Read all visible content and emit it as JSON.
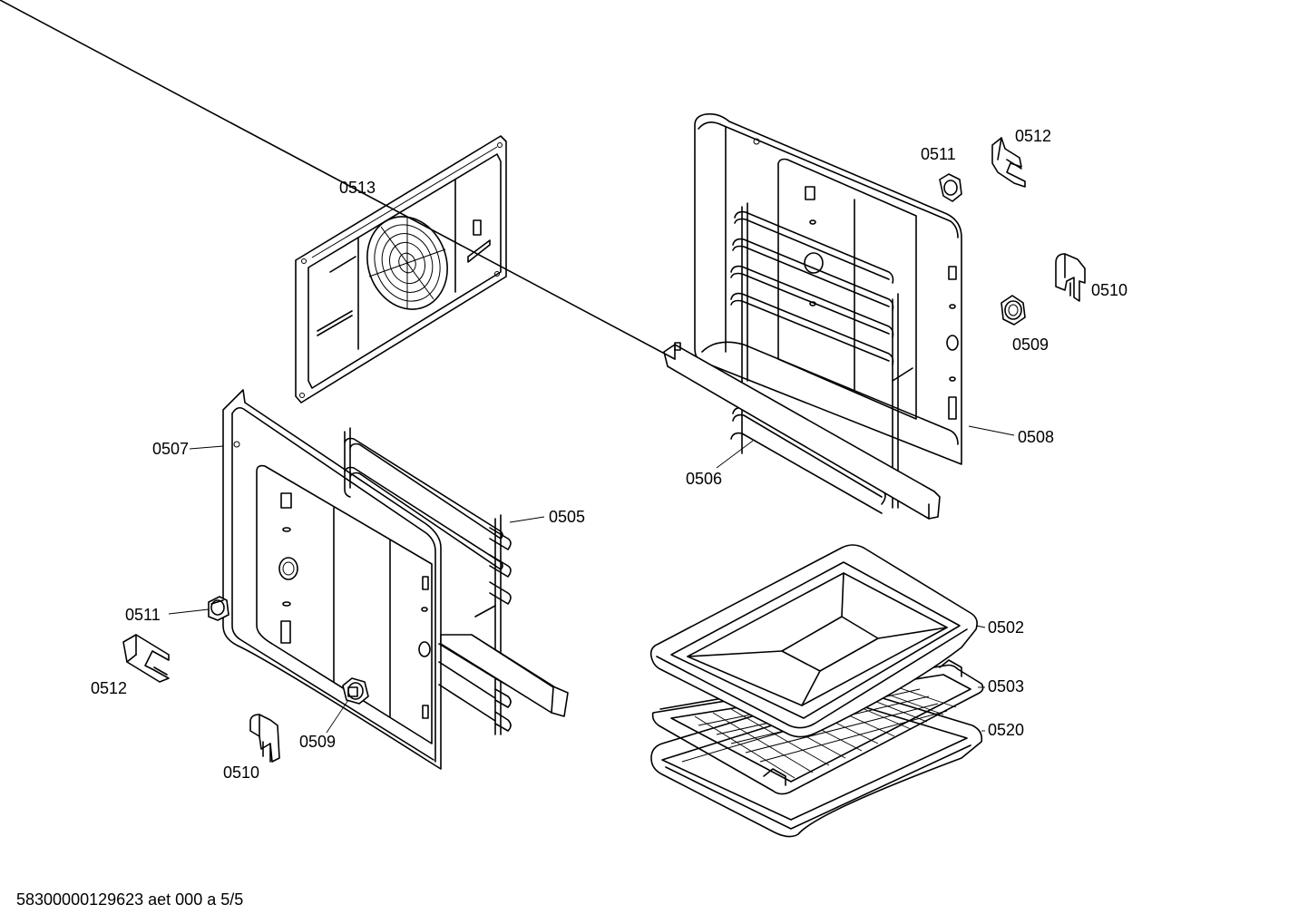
{
  "labels": {
    "p0513": "0513",
    "p0507": "0507",
    "p0505": "0505",
    "p0511_left": "0511",
    "p0512_left": "0512",
    "p0509_left": "0509",
    "p0510_left": "0510",
    "p0511_right": "0511",
    "p0512_right": "0512",
    "p0510_right": "0510",
    "p0509_right": "0509",
    "p0508": "0508",
    "p0506": "0506",
    "p0502": "0502",
    "p0503": "0503",
    "p0520": "0520"
  },
  "footer": "58300000129623 aet 000 a 5/5"
}
